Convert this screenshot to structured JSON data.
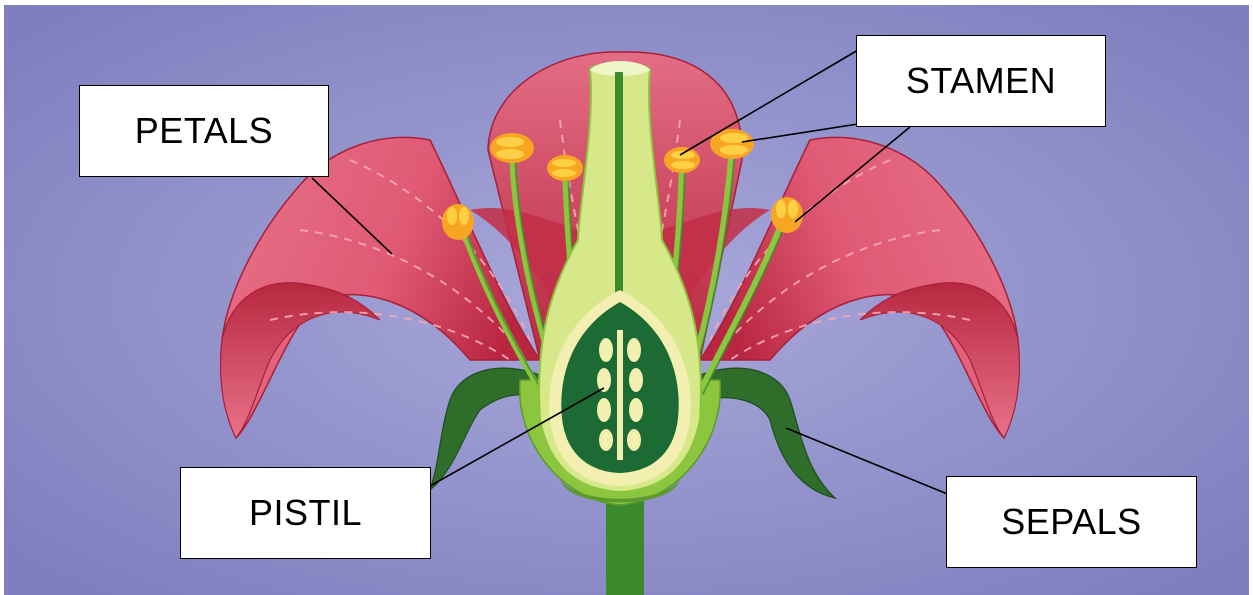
{
  "labels": {
    "petals": "PETALS",
    "stamen": "STAMEN",
    "pistil": "PISTIL",
    "sepals": "SEPALS"
  },
  "colors": {
    "background": "#8f8fc8",
    "background_light": "#a6a6d8",
    "petal": "#e0627a",
    "petal_dark": "#b8283f",
    "petal_inner": "#c93049",
    "sepal": "#2f6e2a",
    "receptacle": "#8cc63f",
    "stem": "#3b8a2e",
    "pistil_outer": "#d6e88a",
    "ovary": "#1c6b35",
    "ovule": "#f2efb0",
    "anther": "#f7a623",
    "anther_light": "#ffd045",
    "filament": "#8cc63f",
    "leader_line": "#000000",
    "box_fill": "#ffffff"
  },
  "icons": [
    "flower-illustration"
  ]
}
